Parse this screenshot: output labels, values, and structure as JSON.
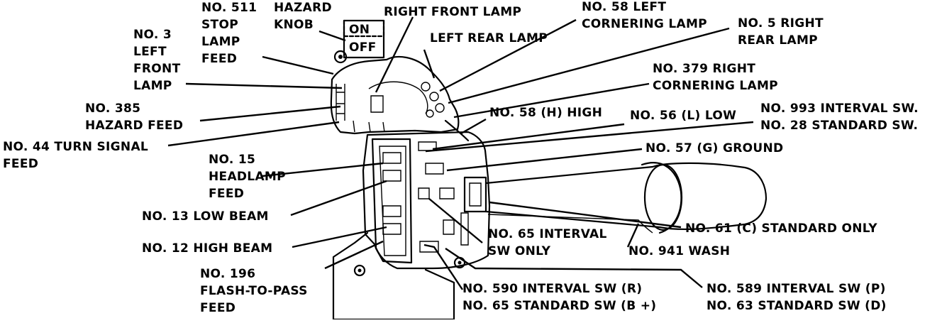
{
  "colors": {
    "ink": "#000000",
    "background": "#ffffff"
  },
  "hazard_knob": {
    "on": "ON",
    "off": "OFF"
  },
  "labels": {
    "no511": [
      "NO. 511",
      "STOP",
      "LAMP",
      "FEED"
    ],
    "hazard_knob": [
      "HAZARD",
      "KNOB"
    ],
    "right_front_lamp": [
      "RIGHT FRONT LAMP"
    ],
    "no58_left": [
      "NO. 58 LEFT",
      "CORNERING LAMP"
    ],
    "no5_right": [
      "NO. 5 RIGHT",
      "REAR LAMP"
    ],
    "no3_left": [
      "NO. 3",
      "LEFT",
      "FRONT",
      "LAMP"
    ],
    "left_rear_lamp": [
      "LEFT REAR LAMP"
    ],
    "no379_right": [
      "NO. 379 RIGHT",
      "CORNERING LAMP"
    ],
    "no385": [
      "NO. 385",
      "HAZARD FEED"
    ],
    "no58h": [
      "NO. 58 (H) HIGH"
    ],
    "no56l": [
      "NO. 56 (L) LOW"
    ],
    "no993": [
      "NO. 993 INTERVAL SW.",
      "NO. 28 STANDARD SW."
    ],
    "no44": [
      "NO. 44 TURN SIGNAL",
      "FEED"
    ],
    "no57g": [
      "NO. 57 (G) GROUND"
    ],
    "no15": [
      "NO. 15",
      "HEADLAMP",
      "FEED"
    ],
    "no13": [
      "NO. 13 LOW BEAM"
    ],
    "no61": [
      "NO. 61 (C) STANDARD ONLY"
    ],
    "no65_interval": [
      "NO. 65 INTERVAL",
      "SW ONLY"
    ],
    "no12": [
      "NO. 12 HIGH BEAM"
    ],
    "no941": [
      "NO. 941 WASH"
    ],
    "no196": [
      "NO. 196",
      "FLASH-TO-PASS",
      "FEED"
    ],
    "no590": [
      "NO. 590 INTERVAL SW (R)",
      "NO. 65 STANDARD SW (B +)"
    ],
    "no589": [
      "NO. 589 INTERVAL SW (P)",
      "NO. 63 STANDARD SW (D)"
    ]
  }
}
